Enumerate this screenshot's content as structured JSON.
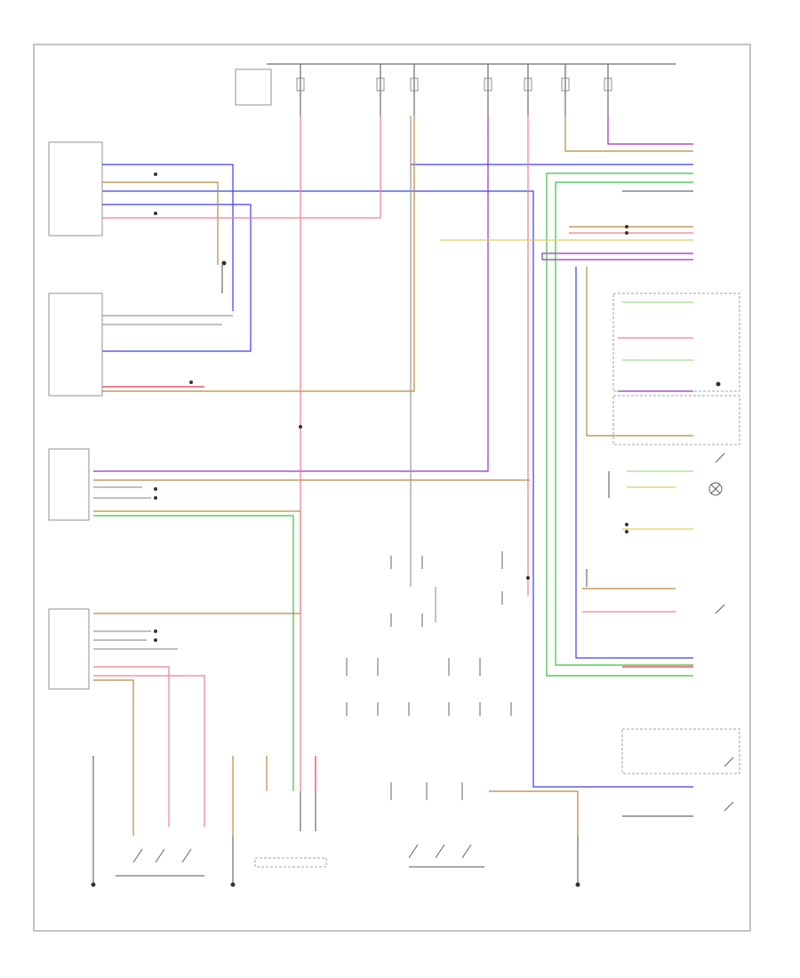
{
  "diagram": {
    "title": "",
    "footer_code": "",
    "colors": {
      "brown": "#b88a3c",
      "violet": "#9b2fc3",
      "blue": "#3a3ef0",
      "yellow": "#ddd25a",
      "green": "#38c23c",
      "pink": "#f27d8c",
      "red": "#ee3344",
      "grey": "#9a9a9a",
      "light_green": "#9de08e"
    },
    "icons": [
      "ground-symbol",
      "switch-contact",
      "splice-dot",
      "fuse",
      "lamp-symbol"
    ]
  }
}
